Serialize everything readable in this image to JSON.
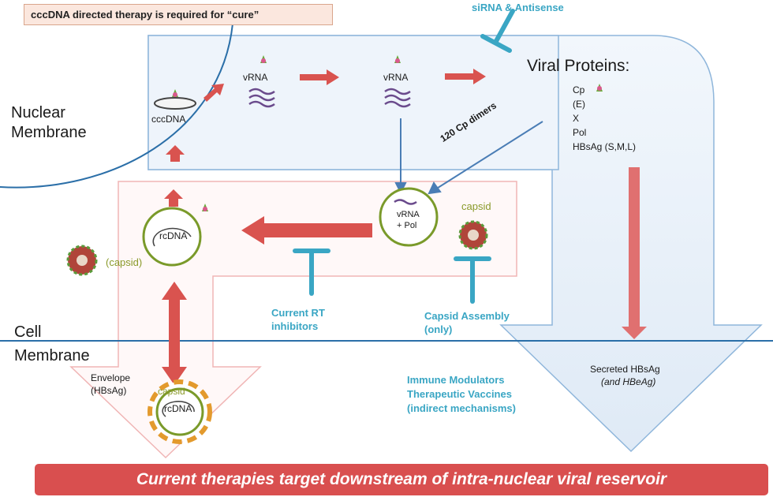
{
  "top_note": "cccDNA directed therapy is required for “cure”",
  "membranes": {
    "nuclear_1": "Nuclear",
    "nuclear_2": "Membrane",
    "cell_1": "Cell",
    "cell_2": "Membrane"
  },
  "nucleus": {
    "cccdna": "cccDNA",
    "vrna_1": "vRNA",
    "vrna_2": "vRNA"
  },
  "viral_proteins": {
    "title": "Viral Proteins:",
    "items": [
      "Cp",
      "(E)",
      "X",
      "Pol",
      "HBsAg (S,M,L)"
    ]
  },
  "cytoplasm": {
    "cp_dimers": "120 Cp dimers",
    "vrna_pol_1": "vRNA",
    "vrna_pol_2": "+ Pol",
    "capsid": "capsid",
    "rcdna": "rcDNA",
    "capsid_paren": "(capsid)"
  },
  "therapies": {
    "sirna": "siRNA & Antisense",
    "rt_1": "Current RT",
    "rt_2": "inhibitors",
    "capsid_1": "Capsid Assembly",
    "capsid_2": "(only)",
    "immune_1": "Immune Modulators",
    "immune_2": "Therapeutic Vaccines",
    "immune_3": "(indirect mechanisms)"
  },
  "virion": {
    "envelope_1": "Envelope",
    "envelope_2": "(HBsAg)",
    "capsid": "capsid",
    "rcdna": "rcDNA"
  },
  "secreted": {
    "line_1": "Secreted HBsAg",
    "line_2": "(and HBeAg)"
  },
  "banner": "Current therapies target downstream of intra-nuclear viral reservoir",
  "colors": {
    "arrow_red": "#d9534f",
    "inhibitor_teal": "#3aa6c4",
    "membrane_blue": "#2b6fa8",
    "ring_green": "#7a9a2a",
    "nucleus_fill": "#eef4fb",
    "envelope_orange": "#e39a2d"
  }
}
